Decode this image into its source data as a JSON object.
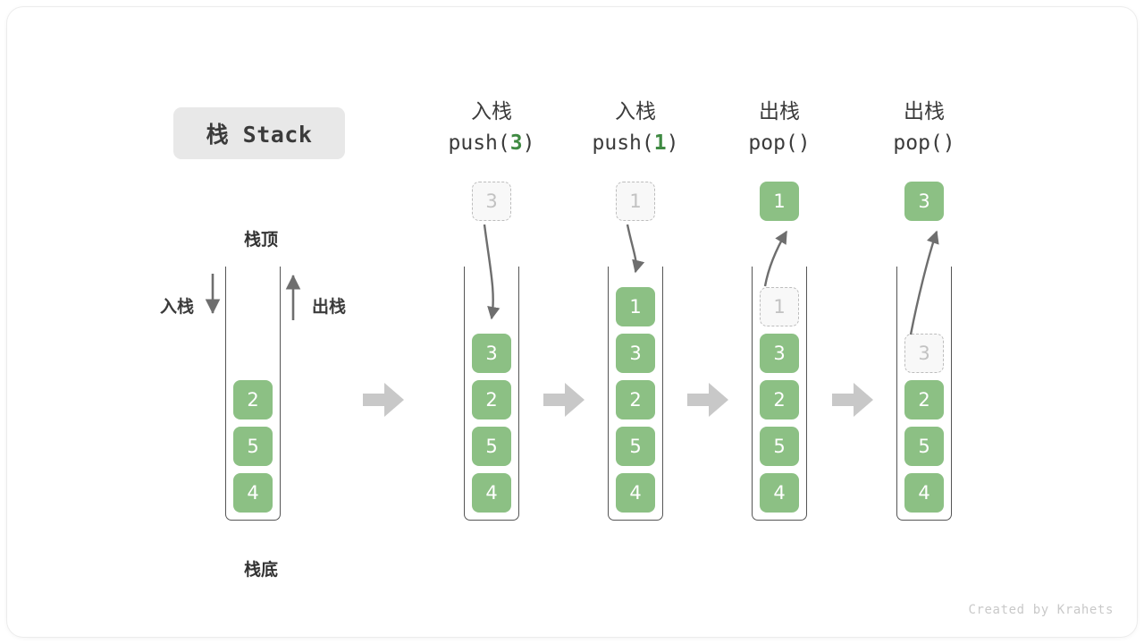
{
  "title": "栈 Stack",
  "credit": "Created by Krahets",
  "colors": {
    "cell_fill": "#8cc084",
    "cell_text": "#ffffff",
    "ghost_fill": "#f8f8f8",
    "ghost_border": "#bdbdbd",
    "ghost_text": "#c2c2c2",
    "accent_green_text": "#3f8a42",
    "arrow_gray": "#c8c8c8",
    "stroke_dark": "#555555",
    "chip_bg": "#e8e8e8",
    "page_bg": "#ffffff"
  },
  "labels": {
    "top": "栈顶",
    "bottom": "栈底",
    "push_side": "入栈",
    "pop_side": "出栈"
  },
  "columns": [
    {
      "id": "initial",
      "head_cn": "",
      "head_code": "",
      "head_code_num": "",
      "cells": [
        "2",
        "5",
        "4"
      ],
      "ghost_index": -1,
      "floating": null
    },
    {
      "id": "push-3",
      "head_cn": "入栈",
      "head_code_prefix": "push(",
      "head_code_num": "3",
      "head_code_suffix": ")",
      "cells": [
        "3",
        "2",
        "5",
        "4"
      ],
      "ghost_index": -1,
      "floating": {
        "value": "3",
        "style": "ghost"
      }
    },
    {
      "id": "push-1",
      "head_cn": "入栈",
      "head_code_prefix": "push(",
      "head_code_num": "1",
      "head_code_suffix": ")",
      "cells": [
        "1",
        "3",
        "2",
        "5",
        "4"
      ],
      "ghost_index": -1,
      "floating": {
        "value": "1",
        "style": "ghost"
      }
    },
    {
      "id": "pop-1",
      "head_cn": "出栈",
      "head_code_prefix": "pop(",
      "head_code_num": "",
      "head_code_suffix": ")",
      "cells": [
        "1",
        "3",
        "2",
        "5",
        "4"
      ],
      "ghost_index": 0,
      "floating": {
        "value": "1",
        "style": "solid"
      }
    },
    {
      "id": "pop-3",
      "head_cn": "出栈",
      "head_code_prefix": "pop(",
      "head_code_num": "",
      "head_code_suffix": ")",
      "cells": [
        "3",
        "2",
        "5",
        "4"
      ],
      "ghost_index": 0,
      "floating": {
        "value": "3",
        "style": "solid"
      }
    }
  ],
  "transitions": [
    "arrow-right-icon",
    "arrow-right-icon",
    "arrow-right-icon",
    "arrow-right-icon"
  ]
}
